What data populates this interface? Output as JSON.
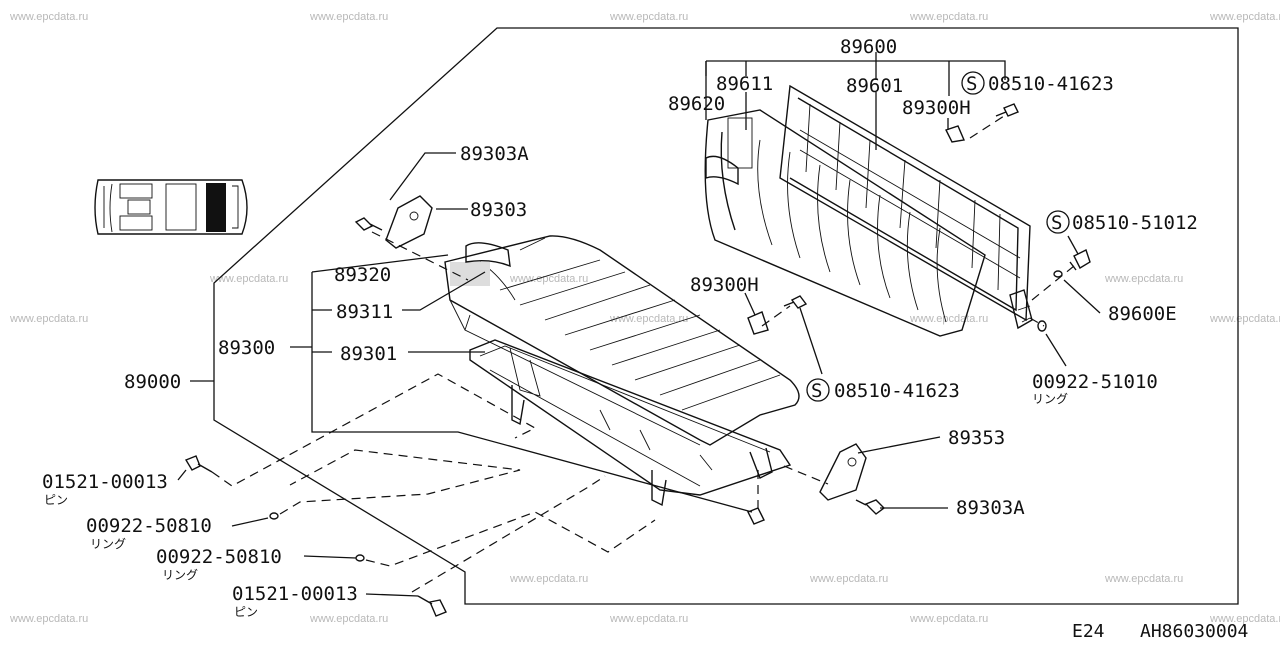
{
  "watermark": "www.epcdata.ru",
  "labels": {
    "p89600": "89600",
    "p89611": "89611",
    "p89601": "89601",
    "p89620": "89620",
    "s08510_41623_top": "08510-41623",
    "p89300H_top": "89300H",
    "p89303A_top": "89303A",
    "p89303": "89303",
    "s08510_51012": "08510-51012",
    "p89320": "89320",
    "p89311": "89311",
    "p89300H_mid": "89300H",
    "p89600E": "89600E",
    "p89300": "89300",
    "p89301": "89301",
    "p89000": "89000",
    "s08510_41623_mid": "08510-41623",
    "p00922_51010": "00922-51010",
    "p00922_51010_sub": "リング",
    "p89353": "89353",
    "p01521_a": "01521-00013",
    "p01521_a_sub": "ピン",
    "p89303A_bot": "89303A",
    "p00922_50810_a": "00922-50810",
    "p00922_50810_a_sub": "リング",
    "p00922_50810_b": "00922-50810",
    "p00922_50810_b_sub": "リング",
    "p01521_b": "01521-00013",
    "p01521_b_sub": "ピン"
  },
  "symbols": {
    "standard_part": "S"
  },
  "footer": {
    "page": "E24",
    "code": "AH86030004"
  }
}
